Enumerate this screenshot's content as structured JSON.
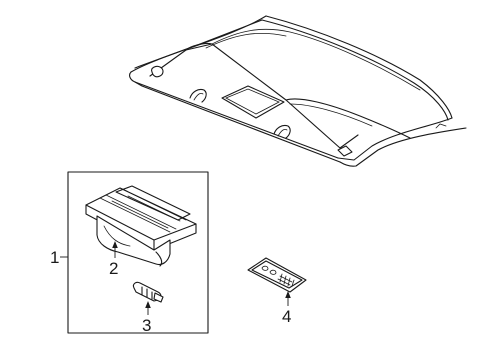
{
  "diagram": {
    "callouts": [
      {
        "id": "1",
        "label": "1"
      },
      {
        "id": "2",
        "label": "2"
      },
      {
        "id": "3",
        "label": "3"
      },
      {
        "id": "4",
        "label": "4"
      }
    ],
    "parts": [
      {
        "id": "headliner-roof-panel",
        "icon": "roof-headliner-icon"
      },
      {
        "id": "high-mount-stop-lamp-assembly",
        "icon": "lamp-housing-icon",
        "callout": "1"
      },
      {
        "id": "lamp-housing",
        "icon": "lamp-housing-icon",
        "callout": "2"
      },
      {
        "id": "bulb",
        "icon": "bulb-icon",
        "callout": "3"
      },
      {
        "id": "lamp-lens-plate",
        "icon": "lens-plate-icon",
        "callout": "4"
      }
    ]
  }
}
